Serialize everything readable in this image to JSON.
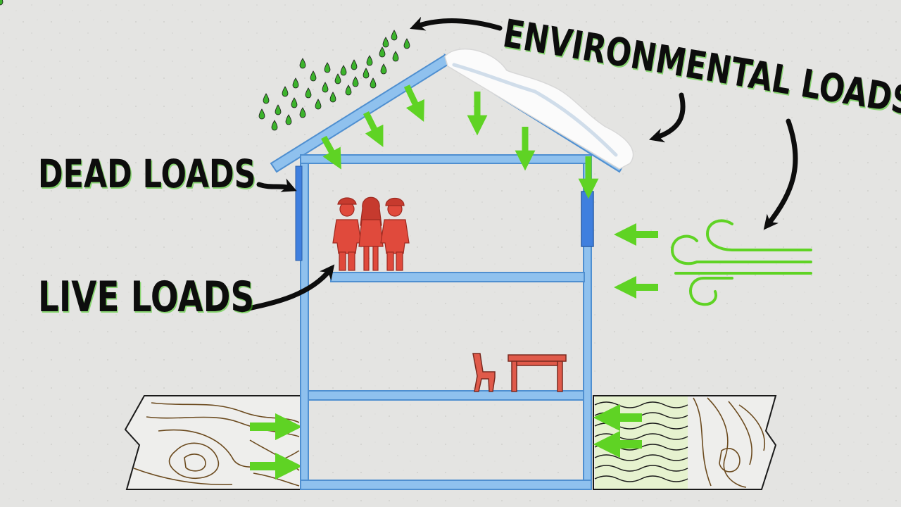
{
  "labels": {
    "dead_loads": "DEAD LOADS",
    "live_loads": "LIVE LOADS",
    "environmental_loads": "ENVIRONMENTAL LOADS"
  },
  "colors": {
    "background": "#e4e4e2",
    "frame": "#8fc1ee",
    "frame_stroke": "#4f8fd0",
    "dead_load_panel": "#3f7fde",
    "arrow_green": "#5fd324",
    "rain_green": "#3cb32c",
    "people_red": "#e04a3c",
    "furniture_red": "#e05a4a",
    "soil_brown": "#6b4a1e",
    "snow": "#fbfbfb",
    "wind_green": "#5fd324",
    "label_text": "#0d0d0d"
  },
  "icons": {
    "rain": "raindrop-icon",
    "snow": "snow-drift-icon",
    "wind": "wind-gust-icon",
    "people": "people-group-icon",
    "chair": "chair-icon",
    "table": "table-icon",
    "soil": "soil-strata-icon",
    "water_saturated_soil": "wavy-water-soil-icon"
  }
}
